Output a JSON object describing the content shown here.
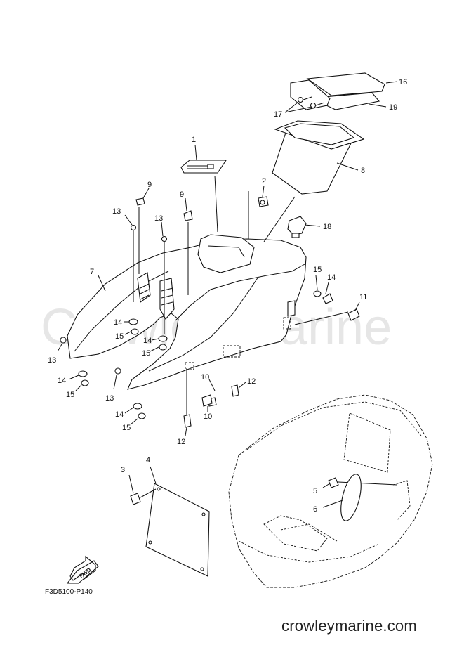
{
  "watermark": "Crowley Marine",
  "diagram_code": "F3D5100-P140",
  "fwd_label": "FWD",
  "site": "crowleymarine.com",
  "callouts": {
    "c1": "1",
    "c2": "2",
    "c3": "3",
    "c4": "4",
    "c5": "5",
    "c6": "6",
    "c7": "7",
    "c8": "8",
    "c9a": "9",
    "c9b": "9",
    "c10a": "10",
    "c10b": "10",
    "c11": "11",
    "c12a": "12",
    "c12b": "12",
    "c13a": "13",
    "c13b": "13",
    "c13c": "13",
    "c13d": "13",
    "c14a": "14",
    "c14b": "14",
    "c14c": "14",
    "c14d": "14",
    "c14e": "14",
    "c15a": "15",
    "c15b": "15",
    "c15c": "15",
    "c15d": "15",
    "c15e": "15",
    "c16": "16",
    "c17": "17",
    "c18": "18",
    "c19": "19"
  }
}
